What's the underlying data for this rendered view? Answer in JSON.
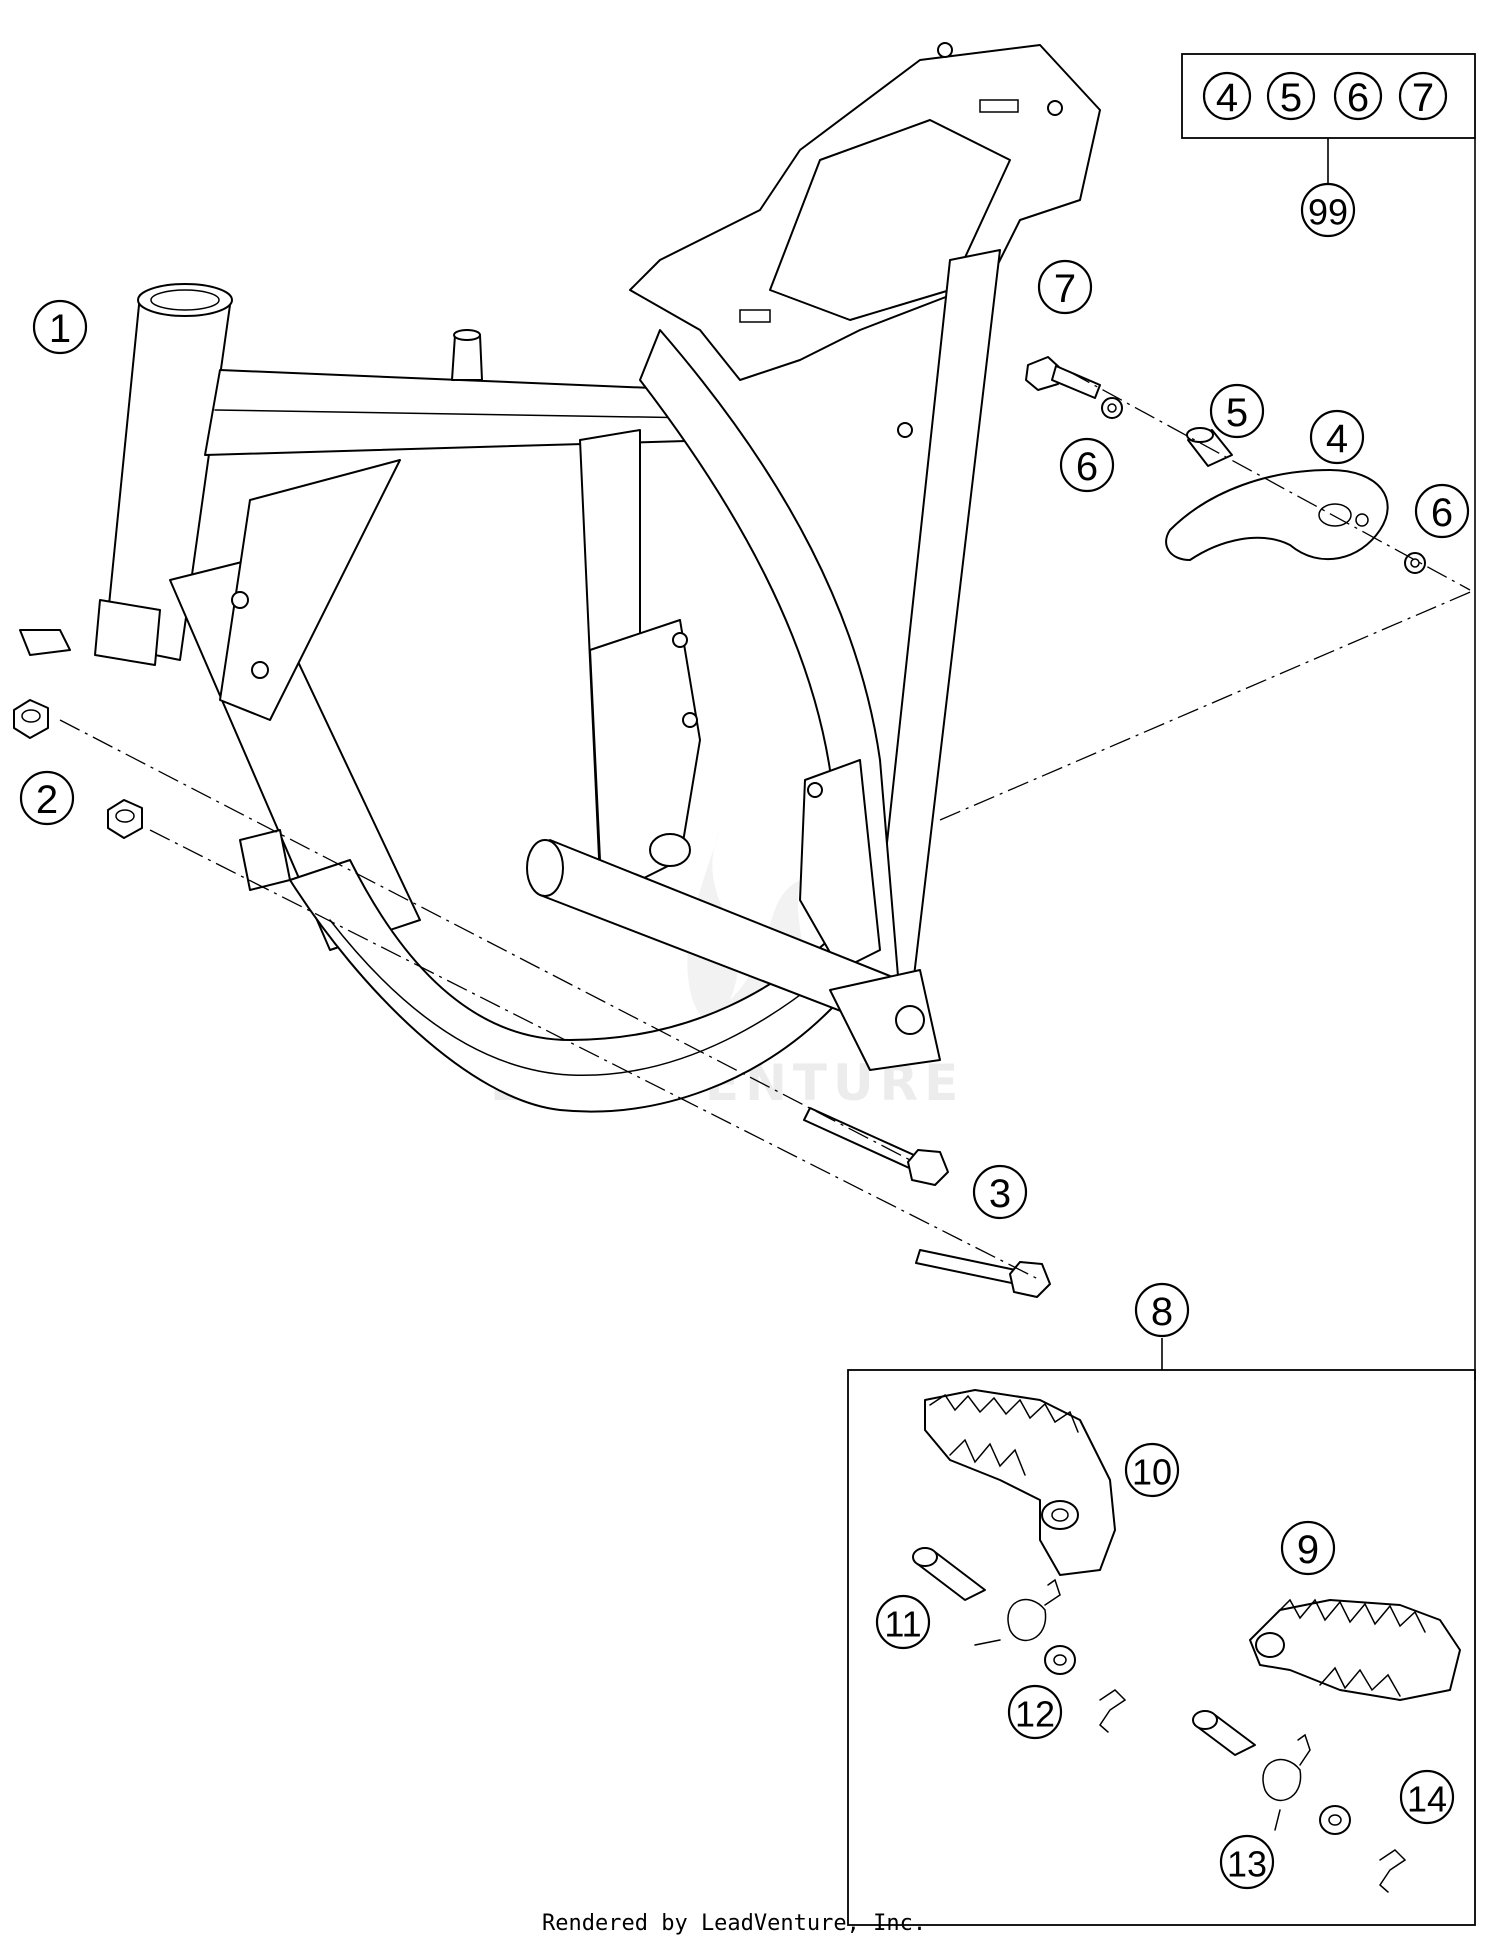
{
  "callouts": [
    {
      "id": "c1",
      "label": "1"
    },
    {
      "id": "c2",
      "label": "2"
    },
    {
      "id": "c3",
      "label": "3"
    },
    {
      "id": "c4",
      "label": "4"
    },
    {
      "id": "c5",
      "label": "5"
    },
    {
      "id": "c6a",
      "label": "6"
    },
    {
      "id": "c6b",
      "label": "6"
    },
    {
      "id": "c7",
      "label": "7"
    },
    {
      "id": "c8",
      "label": "8"
    },
    {
      "id": "c9",
      "label": "9"
    },
    {
      "id": "c10",
      "label": "10"
    },
    {
      "id": "c11",
      "label": "11"
    },
    {
      "id": "c12",
      "label": "12"
    },
    {
      "id": "c13",
      "label": "13"
    },
    {
      "id": "c14",
      "label": "14"
    },
    {
      "id": "c99",
      "label": "99"
    }
  ],
  "kit_box": {
    "items": [
      "4",
      "5",
      "6",
      "7"
    ]
  },
  "watermark": "LEADVENTURE",
  "credit": "Rendered by LeadVenture, Inc."
}
